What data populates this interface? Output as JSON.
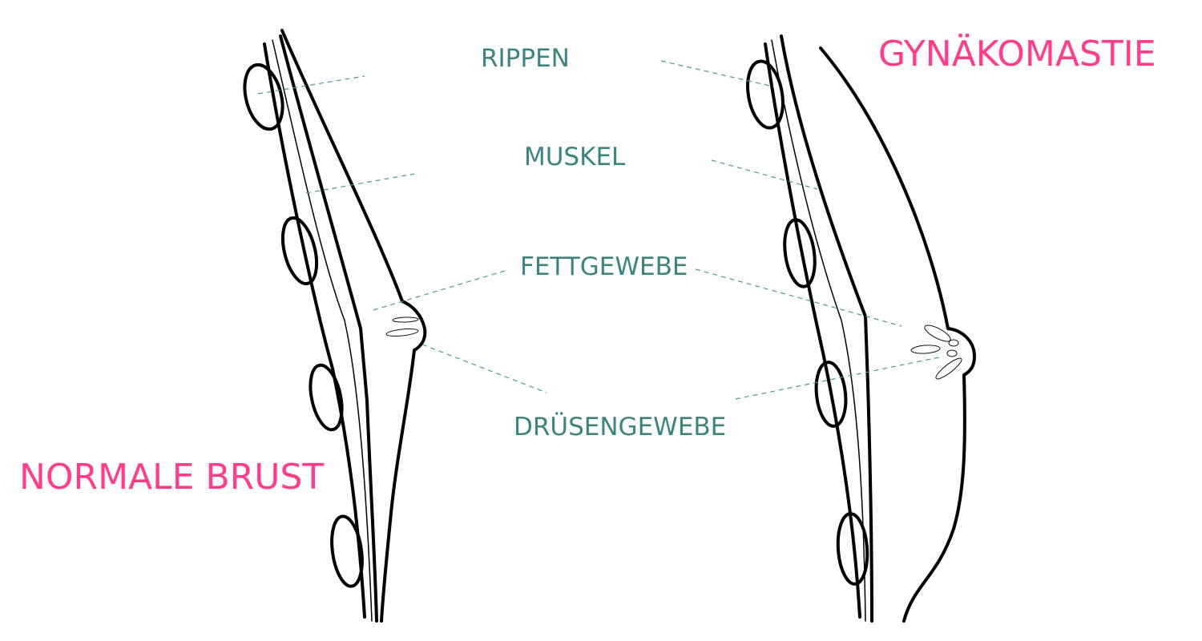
{
  "titles": {
    "normal": "NORMALE BRUST",
    "gynecomastia": "GYNÄKOMASTIE"
  },
  "labels": {
    "ribs": "RIPPEN",
    "muscle": "MUSKEL",
    "fat_tissue": "FETTGEWEBE",
    "gland_tissue": "DRÜSENGEWEBE"
  },
  "colors": {
    "title": "#ff3d8b",
    "label": "#3d8480",
    "leader": "#4a9d90",
    "outline": "#000000"
  }
}
